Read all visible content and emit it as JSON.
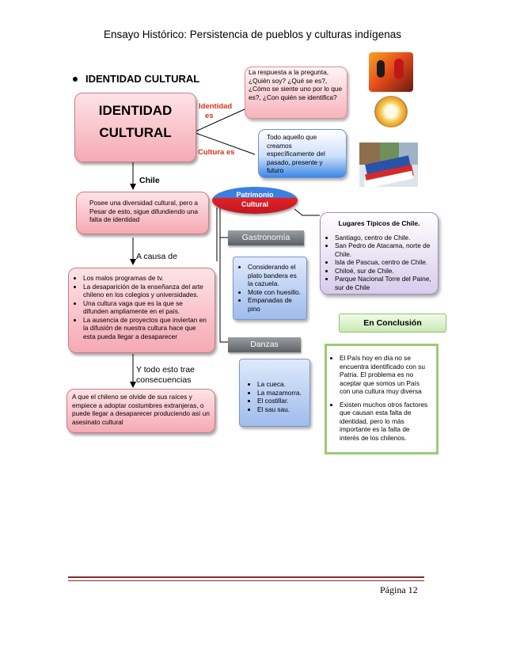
{
  "header": {
    "title": "Ensayo Histórico: Persistencia de pueblos y culturas indígenas"
  },
  "section": {
    "bullet_heading": "IDENTIDAD CULTURAL"
  },
  "central_node": {
    "line1": "IDENTIDAD",
    "line2": "CULTURAL"
  },
  "connectors": {
    "identidad_es_1": "Identidad",
    "identidad_es_2": "es",
    "cultura_es": "Cultura es",
    "chile": "Chile",
    "a_causa_de": "A causa de",
    "consecuencias_1": "Y todo esto trae",
    "consecuencias_2": "consecuencias"
  },
  "identity_answer": "La respuesta a la pregunta, ¿Quién soy? ¿Qué se es?, ¿Cómo se siente uno por lo que es?, ¿Con quién se identifica?",
  "culture_definition": "Todo aquello que creamos específicamente del pasado, presente y futuro",
  "chile_box": "Posee una diversidad cultural, pero a Pesar de esto, sigue difundiendo una falta de identidad",
  "causes": {
    "items": [
      "Los malos programas de tv.",
      "La desaparición de la enseñanza del arte chileno en los colegios y universidades.",
      "Una cultura vaga que es la que se difunden ampliamente en el país.",
      "La ausencia de proyectos que inviertan en la difusión de nuestra cultura hace que esta pueda llegar a desaparecer"
    ]
  },
  "consequence_box": "A que el chileno se olvide de sus raíces y empiece a adoptar costumbres extranjeras, o puede llegar a desaparecer produciendo así un asesinato cultural",
  "patrimonio": {
    "line1": "Patrimonio",
    "line2": "Cultural"
  },
  "gastronomia": {
    "title": "Gastronomía",
    "items": [
      "Considerando el plato bandera es la cazuela.",
      "Mote con huesillo.",
      "Empanadas de pino"
    ]
  },
  "danzas": {
    "title": "Danzas",
    "items": [
      "La cueca.",
      "La mazamorra.",
      "El costillar.",
      "El sau sau."
    ]
  },
  "lugares": {
    "title": "Lugares Típicos de Chile.",
    "items": [
      "Santiago, centro de Chile.",
      "San Pedro de Atacama, norte de Chile.",
      "Isla de Pascua, centro de Chile.",
      "Chiloé, sur de Chile.",
      "Parque Nacional Torre del Paine, sur de Chile"
    ]
  },
  "conclusion": {
    "title": "En Conclusión",
    "items": [
      "El País hoy en día no se encuentra identificado con su Patria. El problema es no aceptar que somos un País con una cultura muy diversa",
      "Existen muchos otros factores que causan esta falta de identidad, pero lo más importante es la falta de interés de los chilenos."
    ]
  },
  "colors": {
    "pink": "#f6a9b3",
    "red_label": "#d9301c",
    "patrimonio_red": "#e0232b",
    "blue": "#9fbcec",
    "violet": "#d7ccec",
    "green": "#9ccc74",
    "footer_line": "#8b2a2a"
  },
  "footer": {
    "page": "Página 12"
  }
}
